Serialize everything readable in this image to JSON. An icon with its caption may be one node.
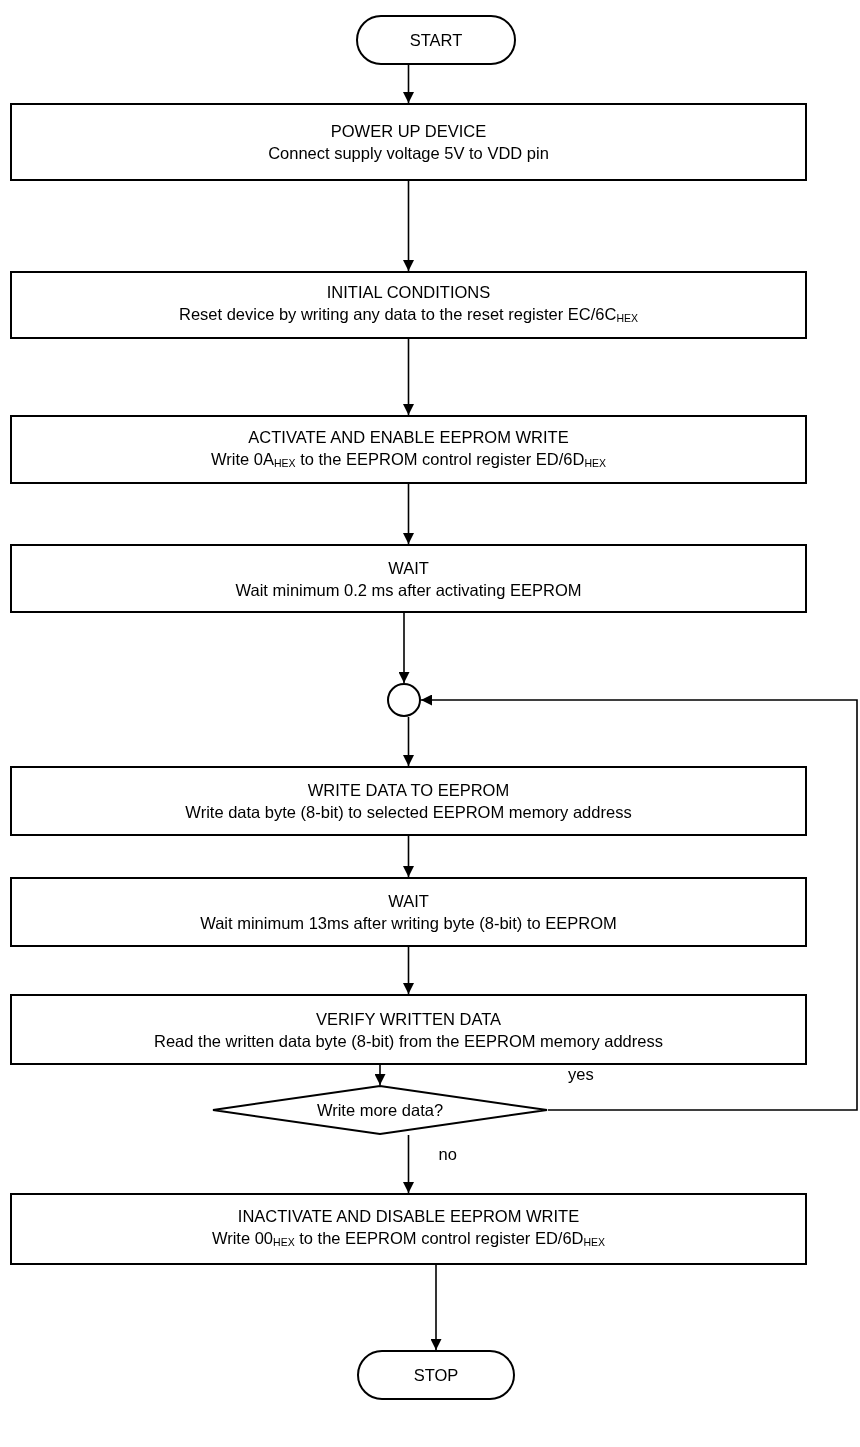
{
  "diagram": {
    "nodes": [
      {
        "text": [
          "START"
        ]
      },
      {
        "text": [
          "POWER UP DEVICE",
          "Connect supply voltage 5V to VDD pin"
        ]
      },
      {
        "text": [
          "INITIAL CONDITIONS",
          "Reset device by writing any data to the reset register EC/6C$_{HEX}$"
        ]
      },
      {
        "text": [
          "ACTIVATE AND ENABLE EEPROM WRITE",
          "Write 0A$_{HEX}$ to the EEPROM control register ED/6D$_{HEX}$"
        ]
      },
      {
        "text": [
          "WAIT",
          "Wait minimum 0.2 ms after activating EEPROM"
        ]
      },
      {
        "text": [],
        "shape": "circle"
      },
      {
        "text": [
          "WRITE DATA TO EEPROM",
          "Write data byte (8-bit) to selected EEPROM memory address"
        ]
      },
      {
        "text": [
          "WAIT",
          "Wait minimum 13ms after writing byte (8-bit) to EEPROM"
        ]
      },
      {
        "text": [
          "VERIFY WRITTEN DATA",
          "Read the written data byte (8-bit) from the EEPROM memory address"
        ]
      },
      {
        "text": [
          "Write more data?"
        ]
      },
      {
        "text": [
          "INACTIVATE AND DISABLE EEPROM WRITE",
          "Write 00$_{HEX}$ to the EEPROM control register ED/6D$_{HEX}$"
        ]
      },
      {
        "text": [
          "STOP"
        ]
      }
    ],
    "edges": [
      {
        "from": 0,
        "to": 1,
        "arrow": "to"
      },
      {
        "from": 1,
        "to": 2,
        "arrow": "to"
      },
      {
        "from": 2,
        "to": 3,
        "arrow": "to"
      },
      {
        "from": 3,
        "to": 4,
        "arrow": "to"
      },
      {
        "from": 4,
        "to": 5,
        "arrow": "to"
      },
      {
        "from": 5,
        "to": 6,
        "arrow": "to"
      },
      {
        "from": 6,
        "to": 7,
        "arrow": "to"
      },
      {
        "from": 7,
        "to": 8,
        "arrow": "to"
      },
      {
        "from": 8,
        "to": 9,
        "arrow": "to"
      },
      {
        "from": 9,
        "to": 5,
        "arrow": "to",
        "label": "yes"
      },
      {
        "from": 9,
        "to": 10,
        "arrow": "to",
        "label": "no"
      },
      {
        "from": 10,
        "to": 11,
        "arrow": "to"
      }
    ]
  }
}
